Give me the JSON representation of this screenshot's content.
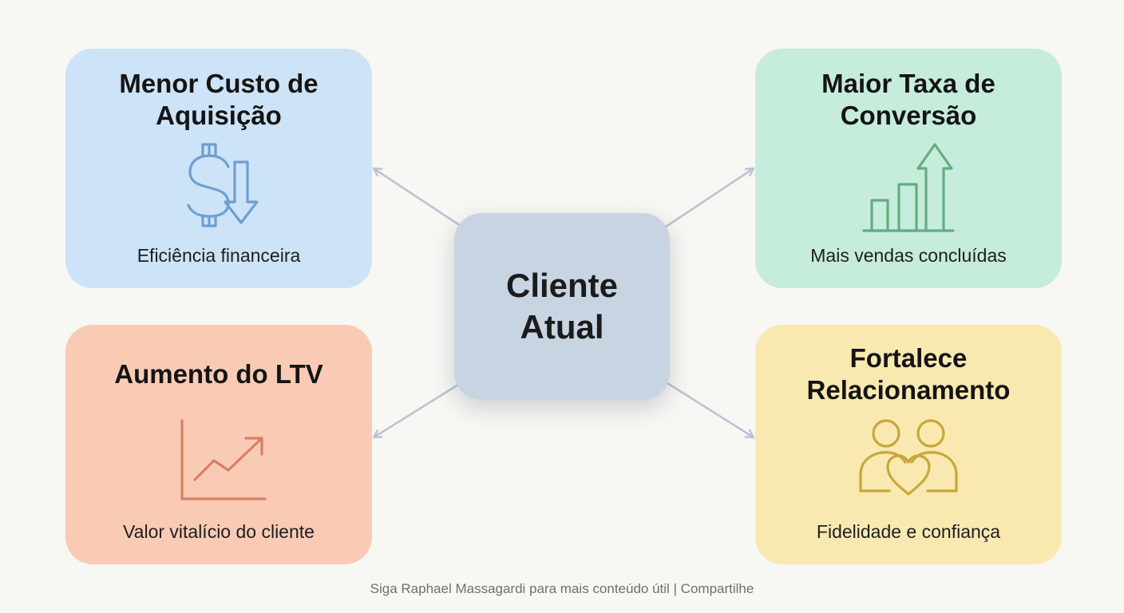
{
  "center": {
    "label": "Cliente\nAtual",
    "color": "#c9d4e3"
  },
  "cards": {
    "cac": {
      "title": "Menor Custo de\nAquisição",
      "subtitle": "Eficiência financeira",
      "icon": "dollar-down-arrow-icon",
      "color": "#cde3f7",
      "icon_color": "#6f9fd0"
    },
    "conv": {
      "title": "Maior Taxa de\nConversão",
      "subtitle": "Mais vendas concluídas",
      "icon": "bar-chart-up-arrow-icon",
      "color": "#c6ecdb",
      "icon_color": "#62ad82"
    },
    "ltv": {
      "title": "Aumento do LTV",
      "subtitle": "Valor vitalício do cliente",
      "icon": "trend-line-up-icon",
      "color": "#f9cbb5",
      "icon_color": "#d97f63"
    },
    "rel": {
      "title": "Fortalece\nRelacionamento",
      "subtitle": "Fidelidade e confiança",
      "icon": "people-heart-icon",
      "color": "#f9e9b1",
      "icon_color": "#c9a73a"
    }
  },
  "connector_color": "#b9c4d3",
  "footer": {
    "text": "Siga Raphael Massagardi para mais conteúdo útil | Compartilhe"
  }
}
